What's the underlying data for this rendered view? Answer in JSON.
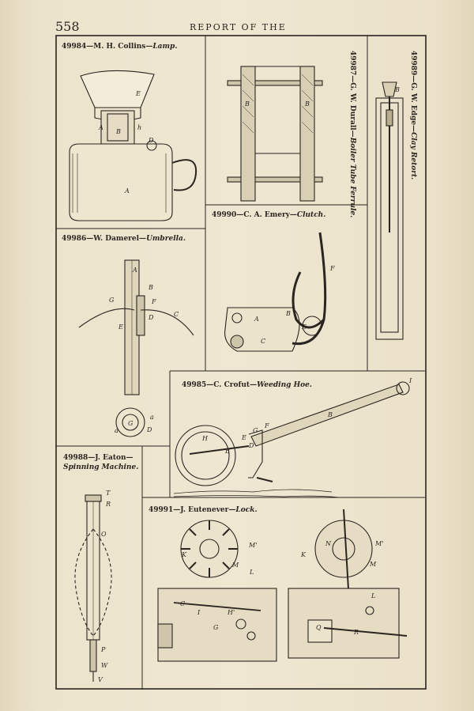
{
  "page": {
    "number": "558",
    "running_head": "REPORT OF THE"
  },
  "figures": [
    {
      "id": "49984",
      "caption_num": "49984—M. H. Collins—",
      "caption_title": "Lamp.",
      "labels": [
        "E",
        "B",
        "A",
        "h",
        "D",
        "A"
      ]
    },
    {
      "id": "49987",
      "caption_num": "49987—G. W. Durall—",
      "caption_title": "Boiler Tube Ferrule.",
      "labels": [
        "B",
        "B"
      ]
    },
    {
      "id": "49989",
      "caption_num": "49989—G. W. Edge—",
      "caption_title": "Clay Retort.",
      "labels": [
        "B"
      ]
    },
    {
      "id": "49986",
      "caption_num": "49986—W. Damerel—",
      "caption_title": "Umbrella.",
      "labels": [
        "A",
        "B",
        "G",
        "F",
        "D",
        "C",
        "E",
        "a",
        "a",
        "D",
        "G"
      ]
    },
    {
      "id": "49990",
      "caption_num": "49990—C. A. Emery—",
      "caption_title": "Clutch.",
      "labels": [
        "F",
        "A",
        "B",
        "E",
        "C"
      ]
    },
    {
      "id": "49985",
      "caption_num": "49985—C. Crofut—",
      "caption_title": "Weeding Hoe.",
      "labels": [
        "I",
        "B",
        "F",
        "G",
        "E",
        "H",
        "D",
        "B"
      ]
    },
    {
      "id": "49988",
      "caption_num": "49988—J. Eaton—",
      "caption_title": "Spinning Machine.",
      "labels": [
        "T",
        "R",
        "O",
        "P",
        "W",
        "V"
      ]
    },
    {
      "id": "49991",
      "caption_num": "49991—J. Eutenever—",
      "caption_title": "Lock.",
      "labels": [
        "M'",
        "K",
        "M",
        "L",
        "C",
        "I",
        "G",
        "H'",
        "N",
        "K",
        "M'",
        "M",
        "L",
        "Q",
        "R"
      ]
    }
  ]
}
